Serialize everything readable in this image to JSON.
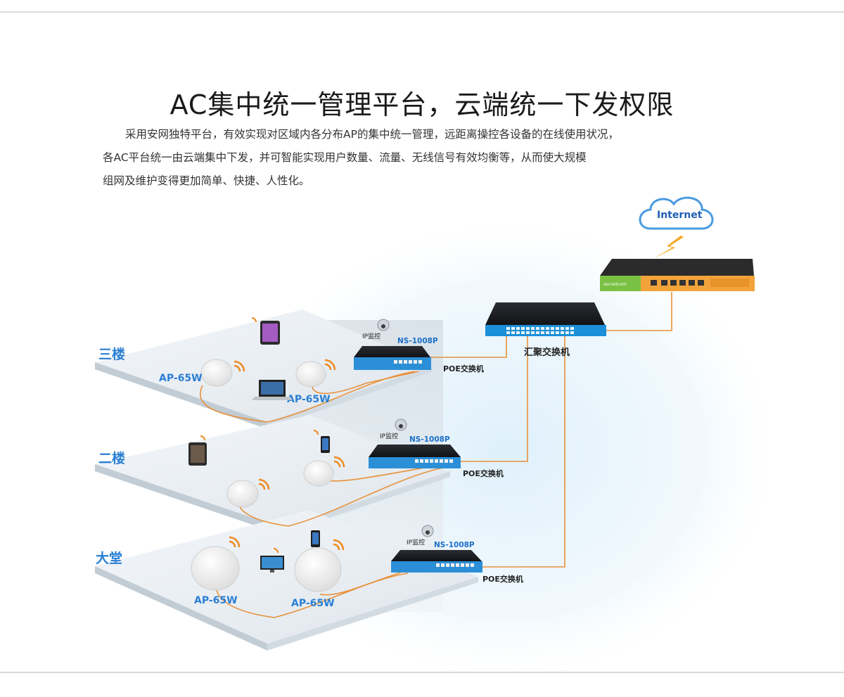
{
  "title": "AC集中统一管理平台，云端统一下发权限",
  "description": [
    "采用安网独特平台，有效实现对区域内各分布AP的集中统一管理，远距离操控各设备的在线使用状况，",
    "各AC平台统一由云端集中下发，并可智能实现用户数量、流量、无线信号有效均衡等，从而使大规模",
    "组网及维护变得更加简单、快捷、人性化。"
  ],
  "cloud_label": "Internet",
  "core_switch_label": "汇聚交换机",
  "brand": "secnetcom",
  "floors": [
    {
      "name": "三楼",
      "ap_labels": [
        "AP-65W",
        "AP-65W"
      ],
      "switch_model": "NS-1008P",
      "switch_label": "POE交换机",
      "camera_label": "IP监控"
    },
    {
      "name": "二楼",
      "switch_model": "NS-1008P",
      "switch_label": "POE交换机",
      "camera_label": "IP监控"
    },
    {
      "name": "大堂",
      "ap_labels": [
        "AP-65W",
        "AP-65W"
      ],
      "switch_model": "NS-1008P",
      "switch_label": "POE交换机",
      "camera_label": "IP监控"
    }
  ],
  "colors": {
    "cable": "#e8913a",
    "label_blue": "#2a7fd4",
    "switch_blue": "#2b8fd8",
    "gateway_green": "#7ac043",
    "gateway_orange": "#f2a33a"
  }
}
